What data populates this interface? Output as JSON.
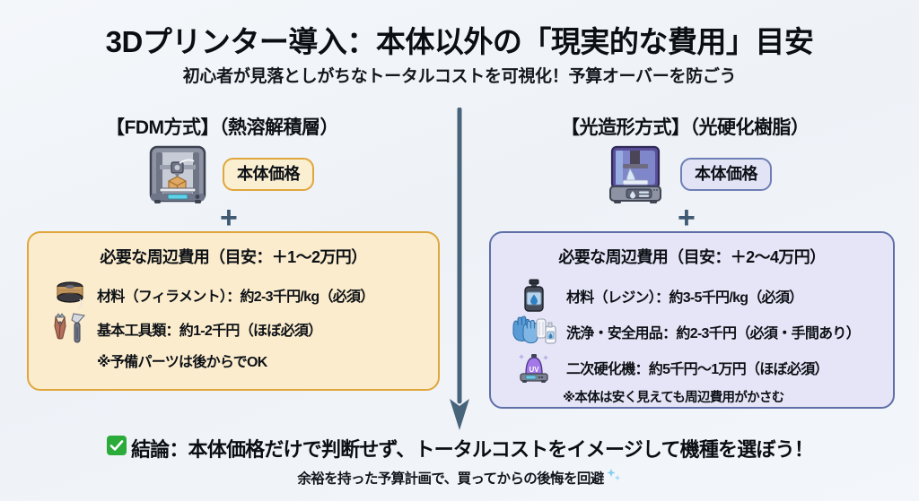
{
  "header": {
    "title": "3Dプリンター導入：本体以外の「現実的な費用」目安",
    "subtitle": "初心者が見落としがちなトータルコストを可視化！予算オーバーを防ごう"
  },
  "columns": [
    {
      "id": "fdm",
      "heading": "【FDM方式】（熱溶解積層）",
      "printer_icon": "fdm-printer-icon",
      "badge_label": "本体価格",
      "plus_symbol": "+",
      "panel": {
        "title": "必要な周辺費用（目安：＋1〜2万円）",
        "items": [
          {
            "icon": "filament-spool-icon",
            "text": "材料（フィラメント）：約2-3千円/kg（必須）"
          },
          {
            "icon": "hand-tools-icon",
            "text": "基本工具類：約1-2千円（ほぼ必須）"
          }
        ],
        "note": "※予備パーツは後からでOK"
      }
    },
    {
      "id": "resin",
      "heading": "【光造形方式】（光硬化樹脂）",
      "printer_icon": "resin-printer-icon",
      "badge_label": "本体価格",
      "plus_symbol": "+",
      "panel": {
        "title": "必要な周辺費用（目安：＋2〜4万円）",
        "items": [
          {
            "icon": "resin-bottle-icon",
            "text": "材料（レジン）：約3-5千円/kg（必須）"
          },
          {
            "icon": "gloves-cleaning-icon",
            "text": "洗浄・安全用品：約2-3千円（必須・手間あり）"
          },
          {
            "icon": "uv-curing-machine-icon",
            "text": "二次硬化機：約5千円〜1万円（ほぼ必須）"
          }
        ],
        "note": "※本体は安く見えても周辺費用がかさむ"
      }
    }
  ],
  "conclusion": {
    "check_icon": "white-check-mark-icon",
    "text": "結論：本体価格だけで判断せず、トータルコストをイメージして機種を選ぼう！",
    "subtext": "余裕を持った予算計画で、買ってからの後悔を回避",
    "sparkle_icon": "sparkles-icon"
  },
  "decor": {
    "center_arrow_icon": "down-arrow-icon"
  },
  "colors": {
    "background": "#f2f5f9",
    "cream_fill": "#fbeccd",
    "cream_border": "#e0a63c",
    "lavender_fill": "#e6e5f7",
    "lavender_border": "#5f6fa8",
    "arrow": "#48647b",
    "text": "#0d1116",
    "check_green": "#2aab3a"
  }
}
